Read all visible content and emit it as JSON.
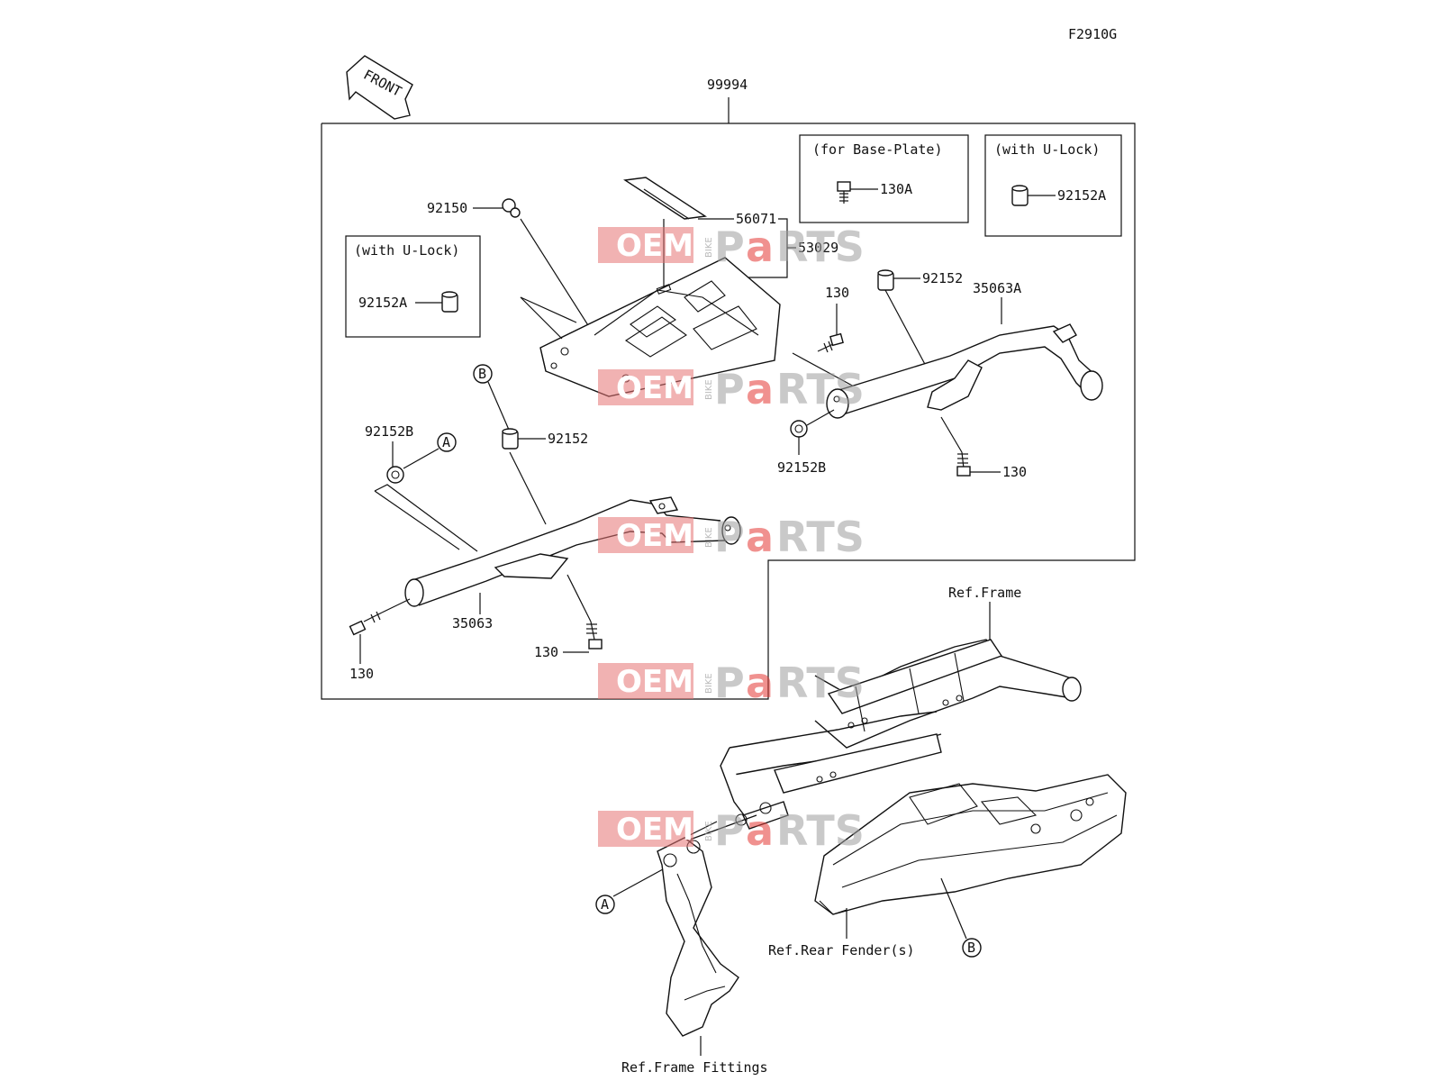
{
  "diagram": {
    "code": "F2910G",
    "front_label": "FRONT",
    "assembly_number": "99994",
    "insets": {
      "base_plate": {
        "title": "(for Base-Plate)",
        "part": "130A"
      },
      "u_lock_right": {
        "title": "(with U-Lock)",
        "part": "92152A"
      },
      "u_lock_left": {
        "title": "(with U-Lock)",
        "part": "92152A"
      }
    },
    "parts": {
      "p92150": "92150",
      "p56071": "56071",
      "p53029": "53029",
      "p130_top": "130",
      "p92152_right": "92152",
      "p35063A": "35063A",
      "p92152B_right": "92152B",
      "p130_right": "130",
      "p92152B_left": "92152B",
      "p92152_left": "92152",
      "p35063": "35063",
      "p130_left": "130",
      "p130_mid": "130"
    },
    "markers": {
      "a_top": "A",
      "b_top": "B",
      "a_bottom": "A",
      "b_bottom": "B"
    },
    "refs": {
      "frame": "Ref.Frame",
      "rear_fender": "Ref.Rear Fender(s)",
      "frame_fittings": "Ref.Frame Fittings"
    },
    "watermark": {
      "oem": "OEM",
      "bike": "BIKE",
      "p": "P",
      "a": "a",
      "rts": "RTS"
    }
  }
}
